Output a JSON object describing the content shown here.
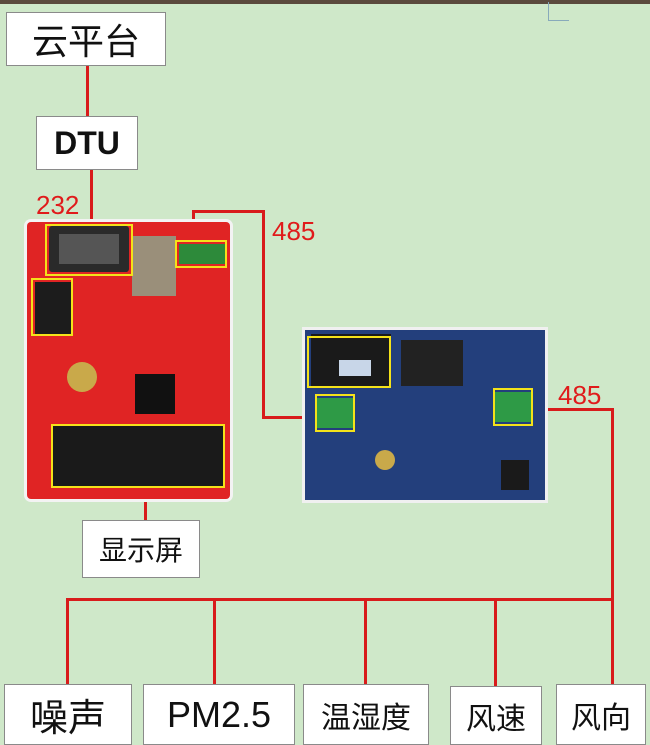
{
  "diagram": {
    "cloud_platform": "云平台",
    "dtu": "DTU",
    "label_232": "232",
    "label_485_top": "485",
    "label_485_right": "485",
    "display": "显示屏",
    "sensors": {
      "noise": "噪声",
      "pm25": "PM2.5",
      "temp_humidity": "温湿度",
      "wind_speed": "风速",
      "wind_direction": "风向"
    }
  },
  "colors": {
    "wire": "#d81b1b",
    "background": "#cfe8c9",
    "highlight": "#f4e21a"
  }
}
